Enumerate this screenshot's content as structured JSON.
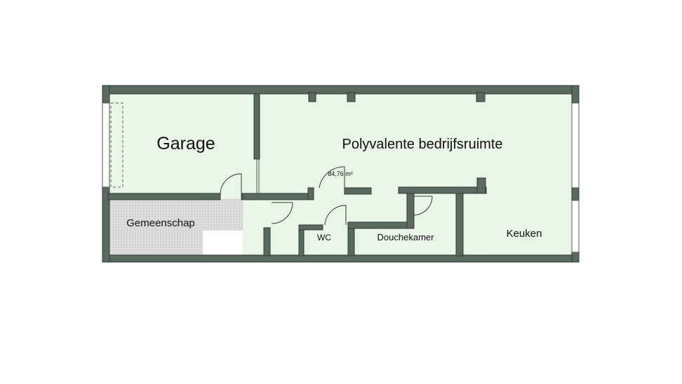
{
  "plan": {
    "rooms": [
      {
        "name": "garage",
        "label": "Garage"
      },
      {
        "name": "polyvalente-bedrijfsruimte",
        "label": "Polyvalente bedrijfsruimte"
      },
      {
        "name": "gemeenschap",
        "label": "Gemeenschap"
      },
      {
        "name": "wc",
        "label": "WC"
      },
      {
        "name": "douchekamer",
        "label": "Douchekamer"
      },
      {
        "name": "keuken",
        "label": "Keuken"
      }
    ],
    "area_label": "84,76 m²"
  },
  "colors": {
    "room_fill": "#e9f5e6",
    "wall": "#5a6a5f",
    "outline": "#2f3b33",
    "shared_fill": "#d9d9d9",
    "window": "#ffffff",
    "background": "#ffffff"
  }
}
